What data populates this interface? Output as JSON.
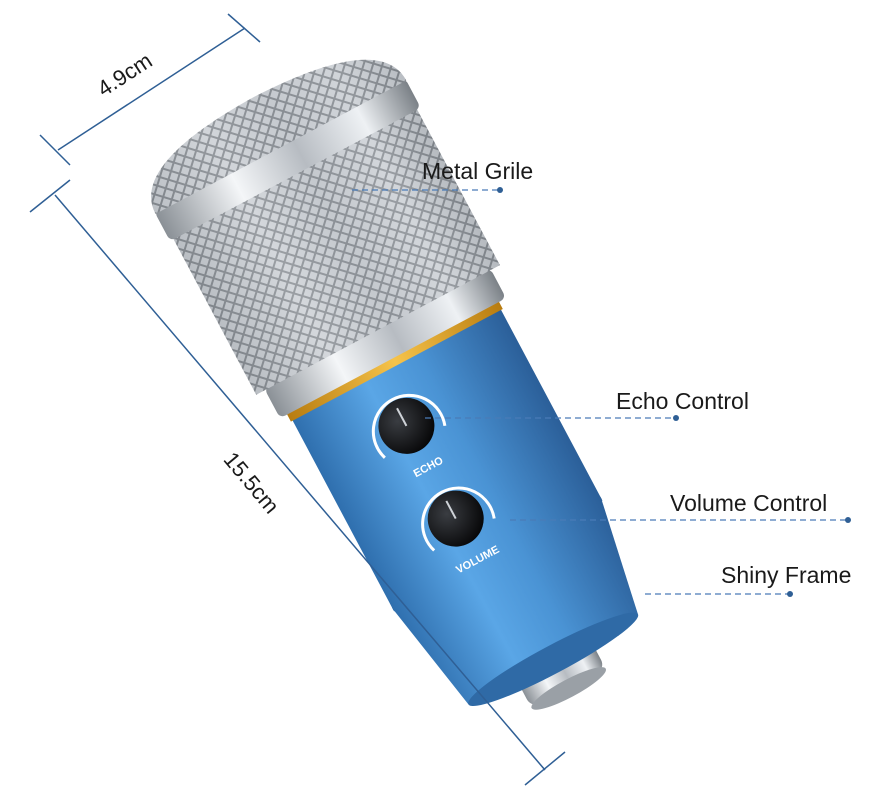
{
  "dimensions": {
    "width_label": "4.9cm",
    "height_label": "15.5cm"
  },
  "callouts": {
    "metal_grille": "Metal Grile",
    "echo_control": "Echo Control",
    "volume_control": "Volume Control",
    "shiny_frame": "Shiny Frame"
  },
  "knobs": {
    "echo": "ECHO",
    "volume": "VOLUME"
  },
  "colors": {
    "body_blue": "#4a93d4",
    "trim_gold": "#e3a020",
    "line_blue": "#2f5f95",
    "chrome": "#d9dde2"
  }
}
